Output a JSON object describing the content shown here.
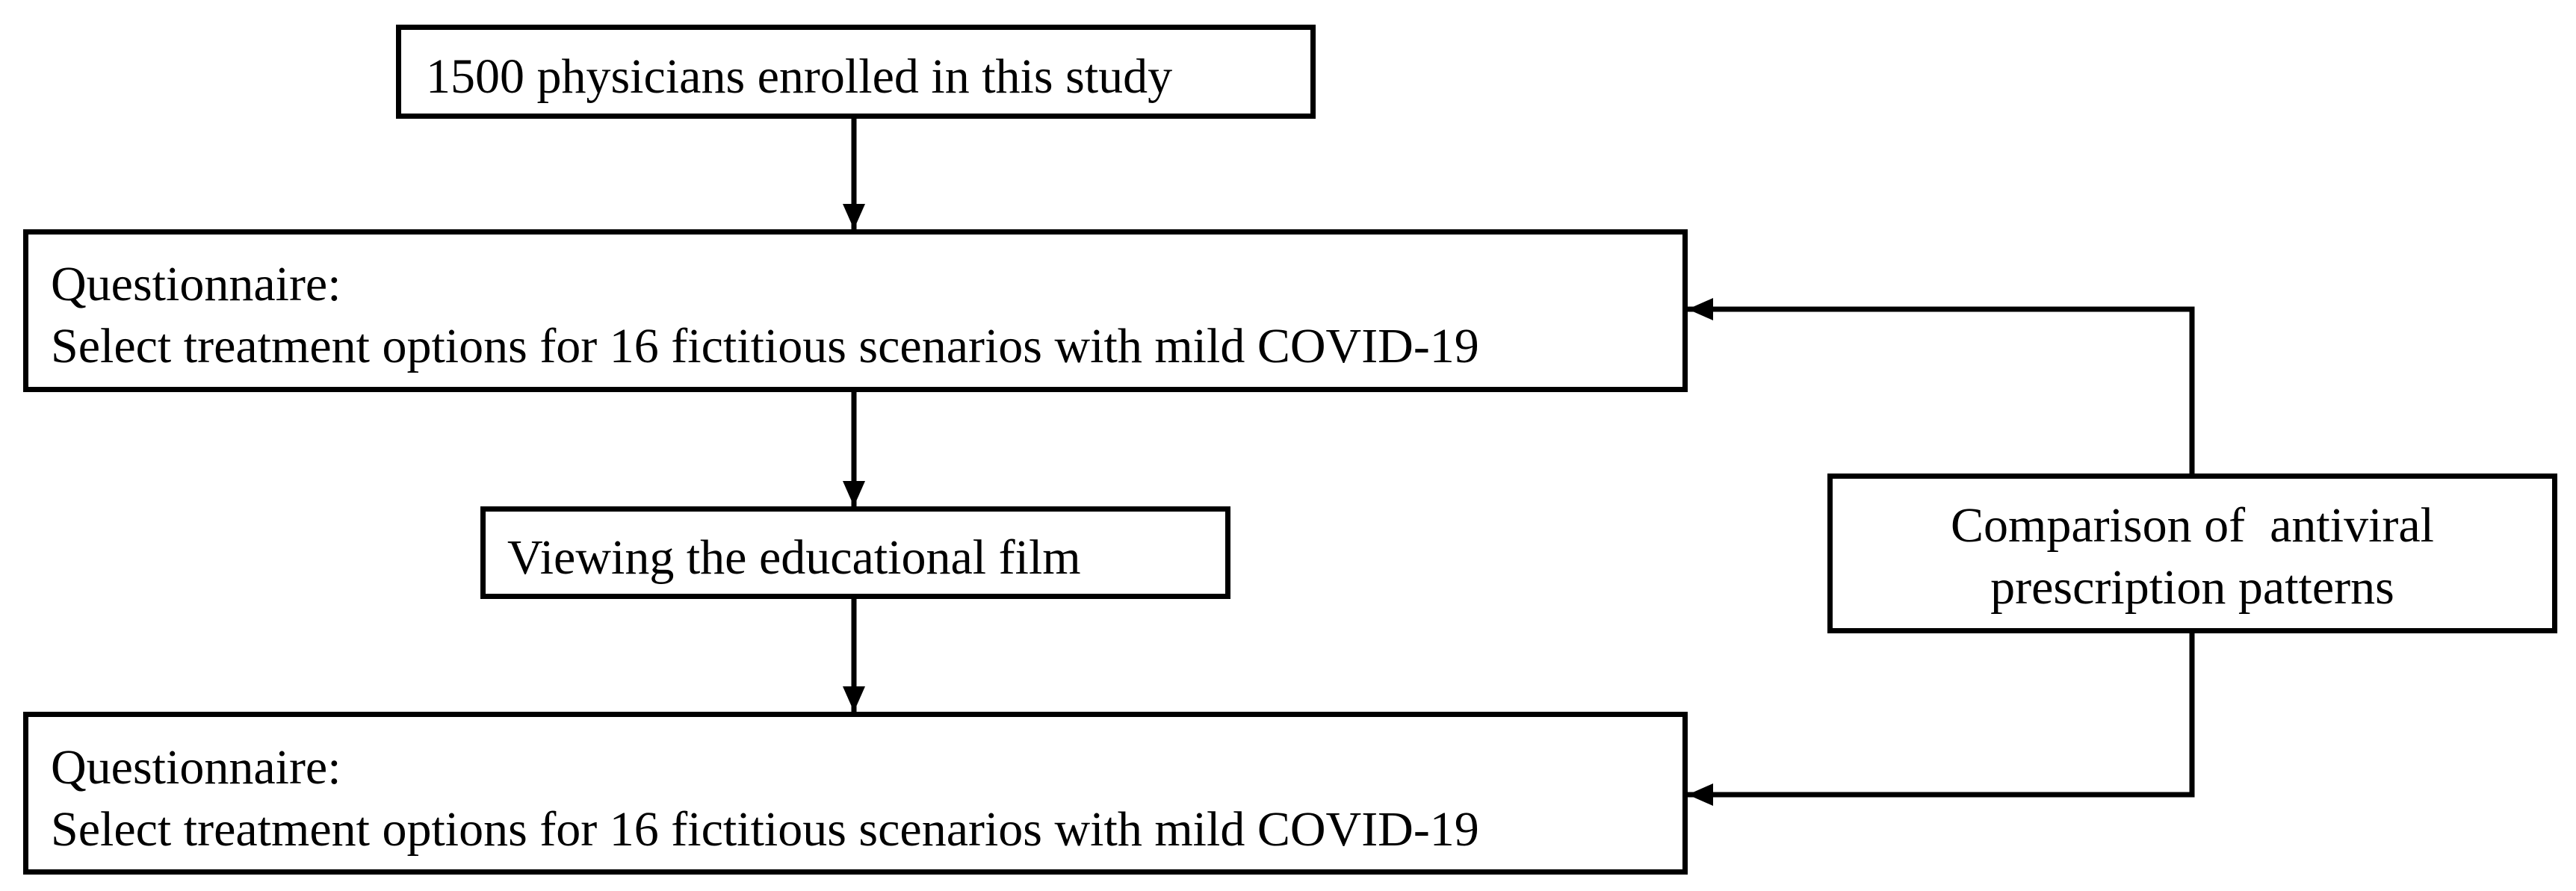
{
  "flowchart": {
    "enrolled": {
      "text": "1500 physicians enrolled in this study"
    },
    "questionnaire_before": {
      "heading": "Questionnaire:",
      "text": "Select treatment options for 16 fictitious scenarios with mild COVID-19"
    },
    "film": {
      "text": "Viewing the educational film"
    },
    "questionnaire_after": {
      "heading": "Questionnaire:",
      "text": "Select treatment options for 16 fictitious scenarios with mild COVID-19"
    },
    "comparison": {
      "line1": "Comparison of  antiviral",
      "line2": "prescription patterns"
    }
  },
  "colors": {
    "stroke": "#000000",
    "background": "#ffffff"
  }
}
